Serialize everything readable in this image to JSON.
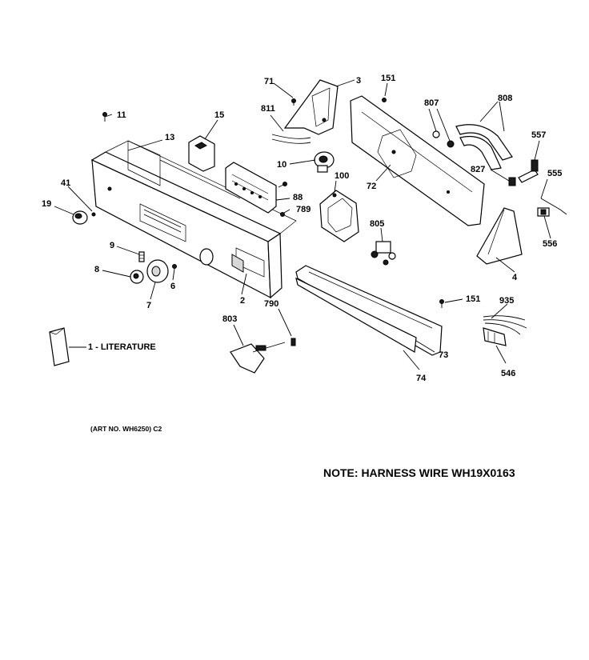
{
  "callouts": {
    "c71": "71",
    "c3": "3",
    "c151a": "151",
    "c807": "807",
    "c808": "808",
    "c811": "811",
    "c11": "11",
    "c15": "15",
    "c13": "13",
    "c557": "557",
    "c10": "10",
    "c100": "100",
    "c72": "72",
    "c827": "827",
    "c555": "555",
    "c41": "41",
    "c19": "19",
    "c88": "88",
    "c789": "789",
    "c805": "805",
    "c556": "556",
    "c9": "9",
    "c4": "4",
    "c8": "8",
    "c6": "6",
    "c2": "2",
    "c7": "7",
    "c151b": "151",
    "c935": "935",
    "c790": "790",
    "c803": "803",
    "c73": "73",
    "c546": "546",
    "c74": "74"
  },
  "literature_label": "1 - LITERATURE",
  "art_no": "(ART NO. WH6250) C2",
  "note": "NOTE: HARNESS WIRE WH19X0163"
}
